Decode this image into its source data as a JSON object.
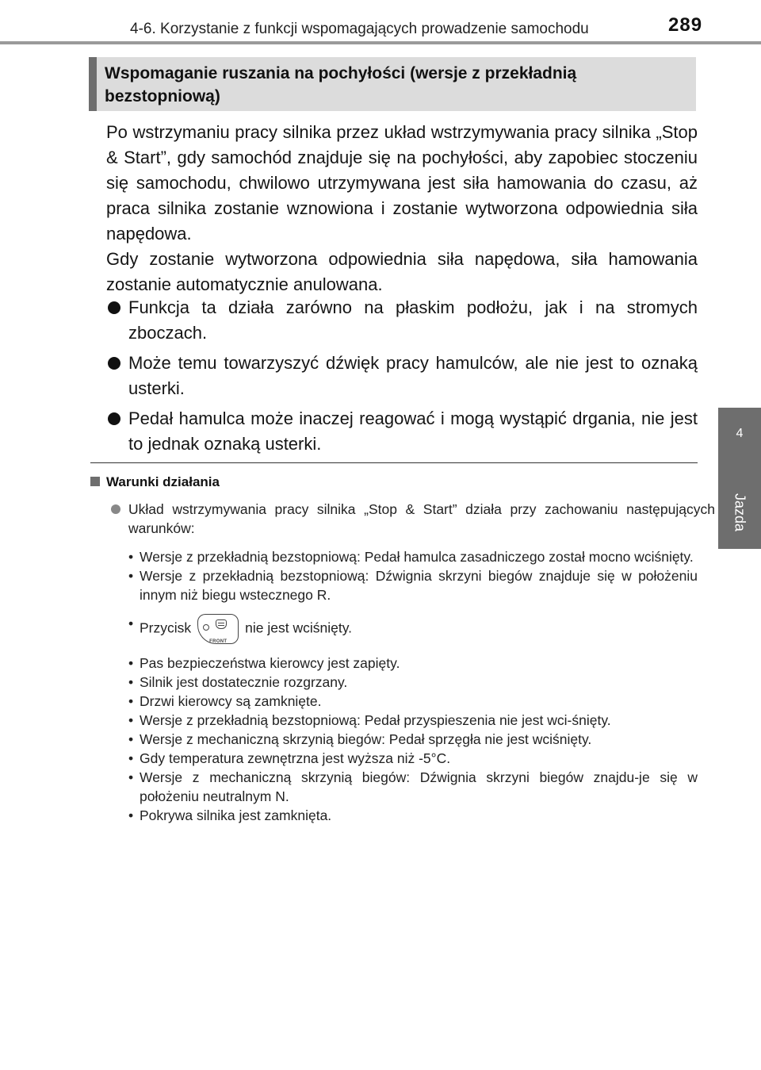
{
  "header": {
    "title": "4-6. Korzystanie z funkcji wspomagających prowadzenie samochodu",
    "page_number": "289"
  },
  "side_tab": {
    "number": "4",
    "label": "Jazda"
  },
  "section": {
    "title": "Wspomaganie ruszania na pochyłości (wersje z przekładnią bezstopniową)",
    "paragraphs": [
      "Po wstrzymaniu pracy silnika przez układ wstrzymywania pracy silnika „Stop & Start”, gdy samochód znajduje się na pochyłości, aby zapobiec stoczeniu się samochodu, chwilowo utrzymywana jest siła hamowania do czasu, aż praca silnika zostanie wznowiona i zostanie wytworzona odpowiednia siła napędowa.",
      "Gdy zostanie wytworzona odpowiednia siła napędowa, siła hamowania zostanie automatycznie anulowana."
    ],
    "bullets": [
      "Funkcja ta działa zarówno na płaskim podłożu, jak i na stromych zboczach.",
      "Może temu towarzyszyć dźwięk pracy hamulców, ale nie jest to oznaką usterki.",
      "Pedał hamulca może inaczej reagować i mogą wystąpić drgania, nie jest to jednak oznaką usterki."
    ]
  },
  "conditions": {
    "heading": "Warunki działania",
    "intro": "Układ wstrzymywania pracy silnika „Stop & Start” działa przy zachowaniu następujących warunków:",
    "items": [
      "Wersje z przekładnią bezstopniową: Pedał hamulca zasadniczego został mocno wciśnięty.",
      "Wersje z przekładnią bezstopniową: Dźwignia skrzyni biegów znajduje się w położeniu innym niż biegu wstecznego R.",
      "Pas bezpieczeństwa kierowcy jest zapięty.",
      "Silnik jest dostatecznie rozgrzany.",
      "Drzwi kierowcy są zamknięte.",
      "Wersje z przekładnią bezstopniową: Pedał przyspieszenia nie jest wci-śnięty.",
      "Wersje z mechaniczną skrzynią biegów: Pedał sprzęgła nie jest wciśnięty.",
      "Gdy temperatura zewnętrzna jest wyższa niż -5°C.",
      "Wersje z mechaniczną skrzynią biegów: Dźwignia skrzyni biegów znajdu-je się w położeniu neutralnym N.",
      "Pokrywa silnika jest zamknięta."
    ],
    "button_item": {
      "before": "Przycisk",
      "after": "nie jest wciśnięty.",
      "icon": "front-defogger-button-icon",
      "icon_label": "FRONT"
    }
  },
  "colors": {
    "section_bar": "#6e6e6e",
    "section_background": "#dcdcdc",
    "side_tab": "#6e6e6e",
    "header_rule": "#9a9a9a"
  }
}
